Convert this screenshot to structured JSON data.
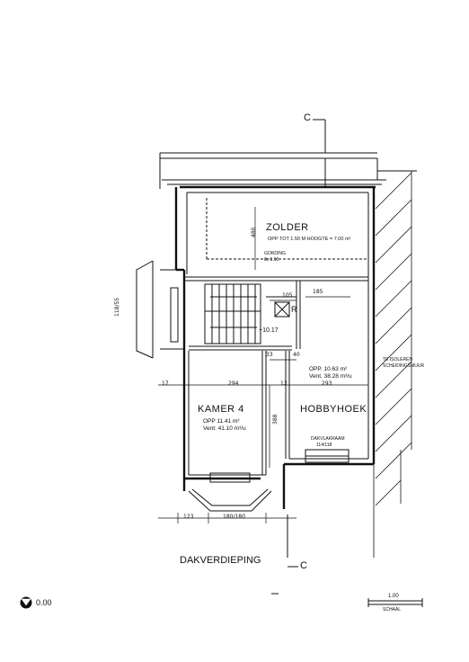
{
  "drawing": {
    "title": "DAKVERDIEPING",
    "level_value": "0.00",
    "section_marker_top": "C",
    "section_marker_bottom": "C",
    "scale_value": "1.00",
    "scale_label": "SCHAAL",
    "level_mark": "+10.17"
  },
  "rooms": {
    "zolder": {
      "name": "ZOLDER",
      "note": "OPP TOT 1.50 M HOOGTE = 7.00 m²",
      "gording": "GORDING",
      "gording_size": "8x 1.90"
    },
    "kamer4": {
      "name": "KAMER 4",
      "area": "OPP  11.41 m²",
      "vent": "Vent:  41.10 m³/u"
    },
    "hobbyhoek": {
      "name": "HOBBYHOEK",
      "area": "OPP.  10.63 m²",
      "vent": "Vent.   38.28 m³/u",
      "window_label": "DAKVLAKRAAM",
      "window_size": "114/118"
    },
    "note_right": {
      "line1": "TE ISOLEREN",
      "line2": "SCHEIDINGSMUUR"
    },
    "stair_label": "R"
  },
  "dimensions": {
    "d_294": "294",
    "d_293": "293",
    "d_480": "480",
    "d_388": "388",
    "d_105": "105",
    "d_185": "185",
    "d_33": "33",
    "d_40": "40",
    "d_17": "17",
    "d_12": "12",
    "d_123": "123",
    "d_180": "180/180",
    "d_side": "118/55"
  }
}
